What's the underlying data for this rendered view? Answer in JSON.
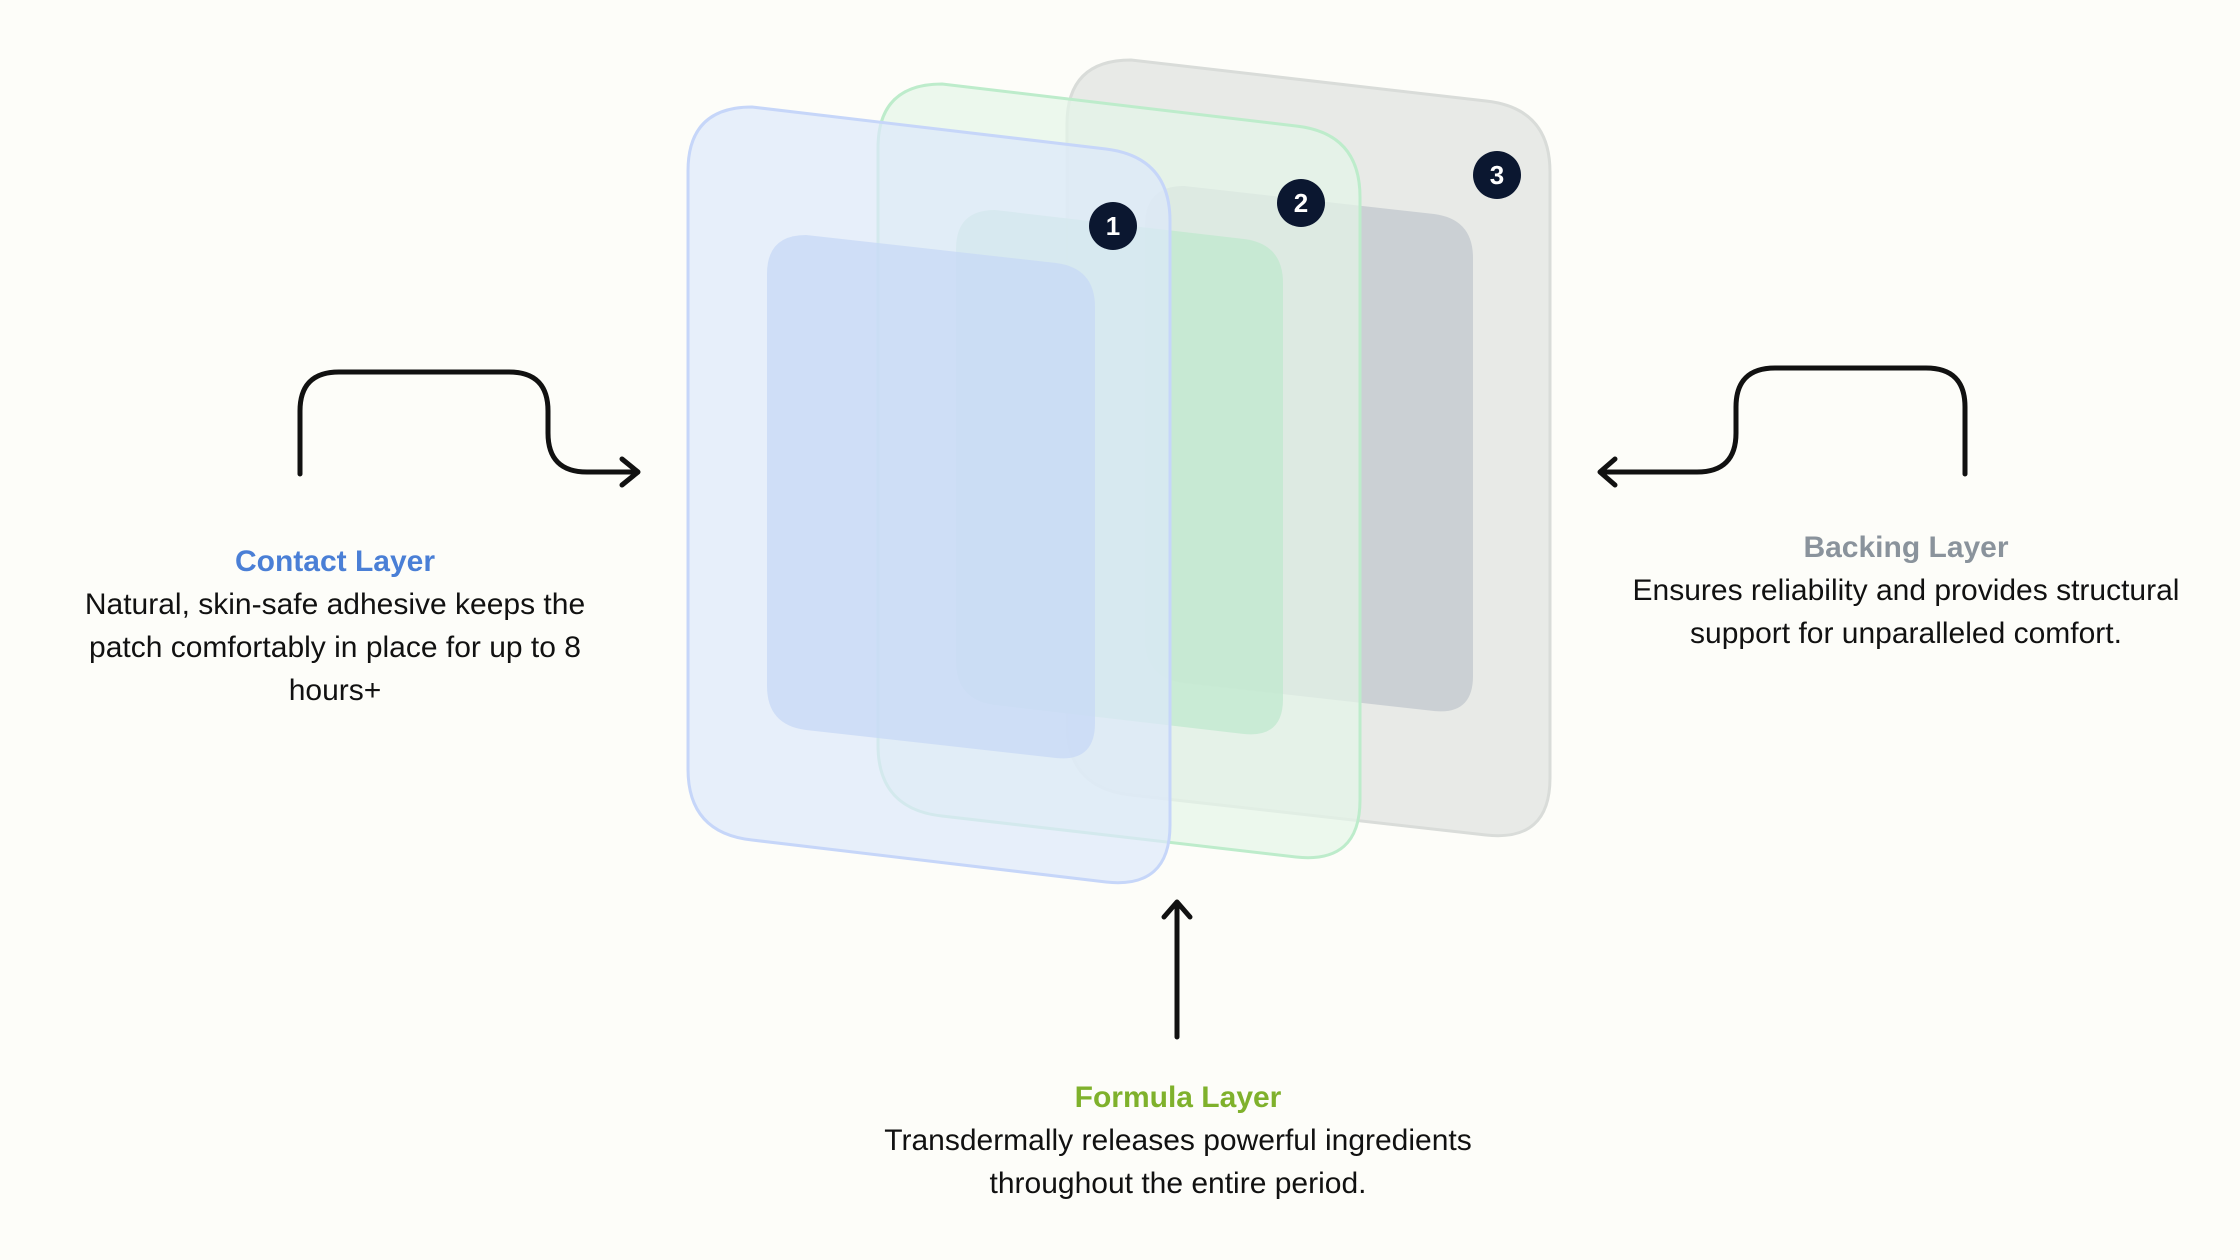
{
  "colors": {
    "background": "#fdfdf9",
    "contact": "#4a7fd6",
    "formula": "#7fb12c",
    "backing": "#8a939c",
    "badge": "#0b1730",
    "arrow": "#111111",
    "text": "#111111"
  },
  "layers": [
    {
      "number": "1",
      "title": "Contact Layer",
      "description": "Natural, skin-safe adhesive keeps the patch comfortably in place for up to 8 hours+"
    },
    {
      "number": "2",
      "title": "Formula Layer",
      "description": "Transdermally releases powerful ingredients throughout the entire period."
    },
    {
      "number": "3",
      "title": "Backing Layer",
      "description": "Ensures reliability and provides structural support for unparalleled comfort."
    }
  ]
}
